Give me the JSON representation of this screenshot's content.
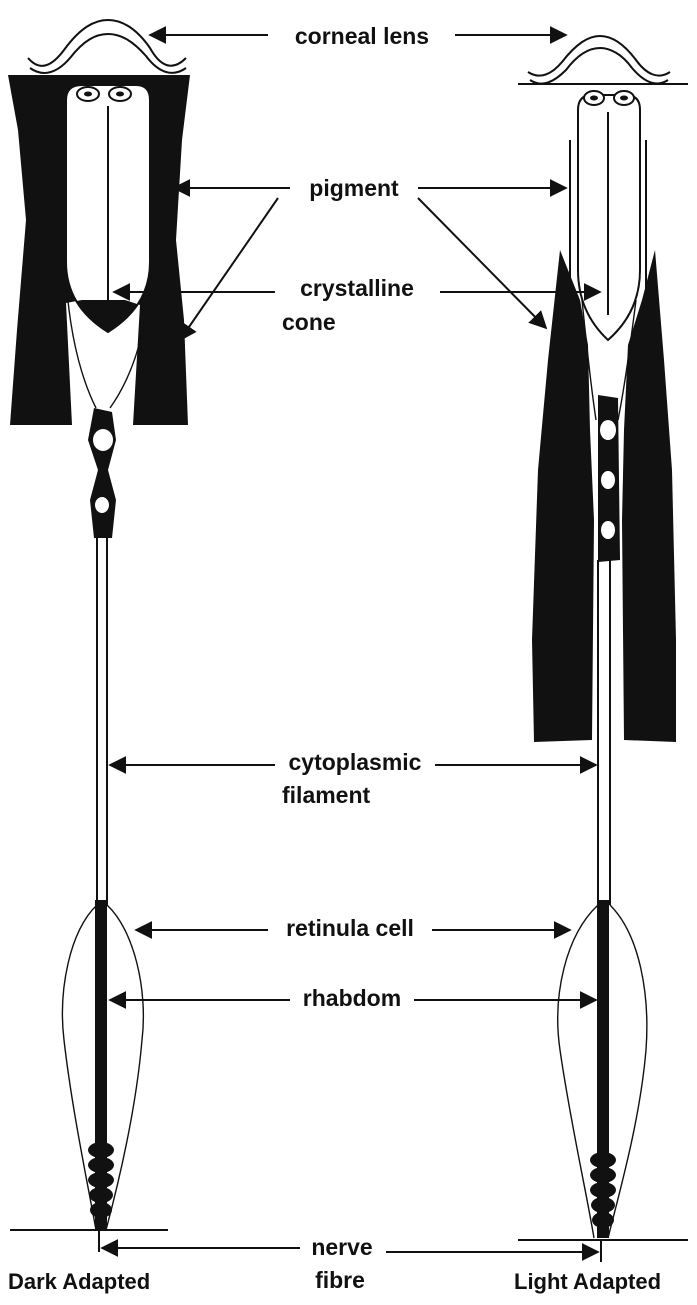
{
  "labels": {
    "corneal_lens": "corneal lens",
    "pigment": "pigment",
    "crystalline_1": "crystalline",
    "crystalline_2": "cone",
    "cytoplasmic_1": "cytoplasmic",
    "cytoplasmic_2": "filament",
    "retinula_cell": "retinula cell",
    "rhabdom": "rhabdom",
    "nerve_1": "nerve",
    "nerve_2": "fibre"
  },
  "captions": {
    "dark": "Dark Adapted",
    "light": "Light Adapted"
  },
  "colors": {
    "ink": "#111111",
    "background": "#ffffff"
  }
}
